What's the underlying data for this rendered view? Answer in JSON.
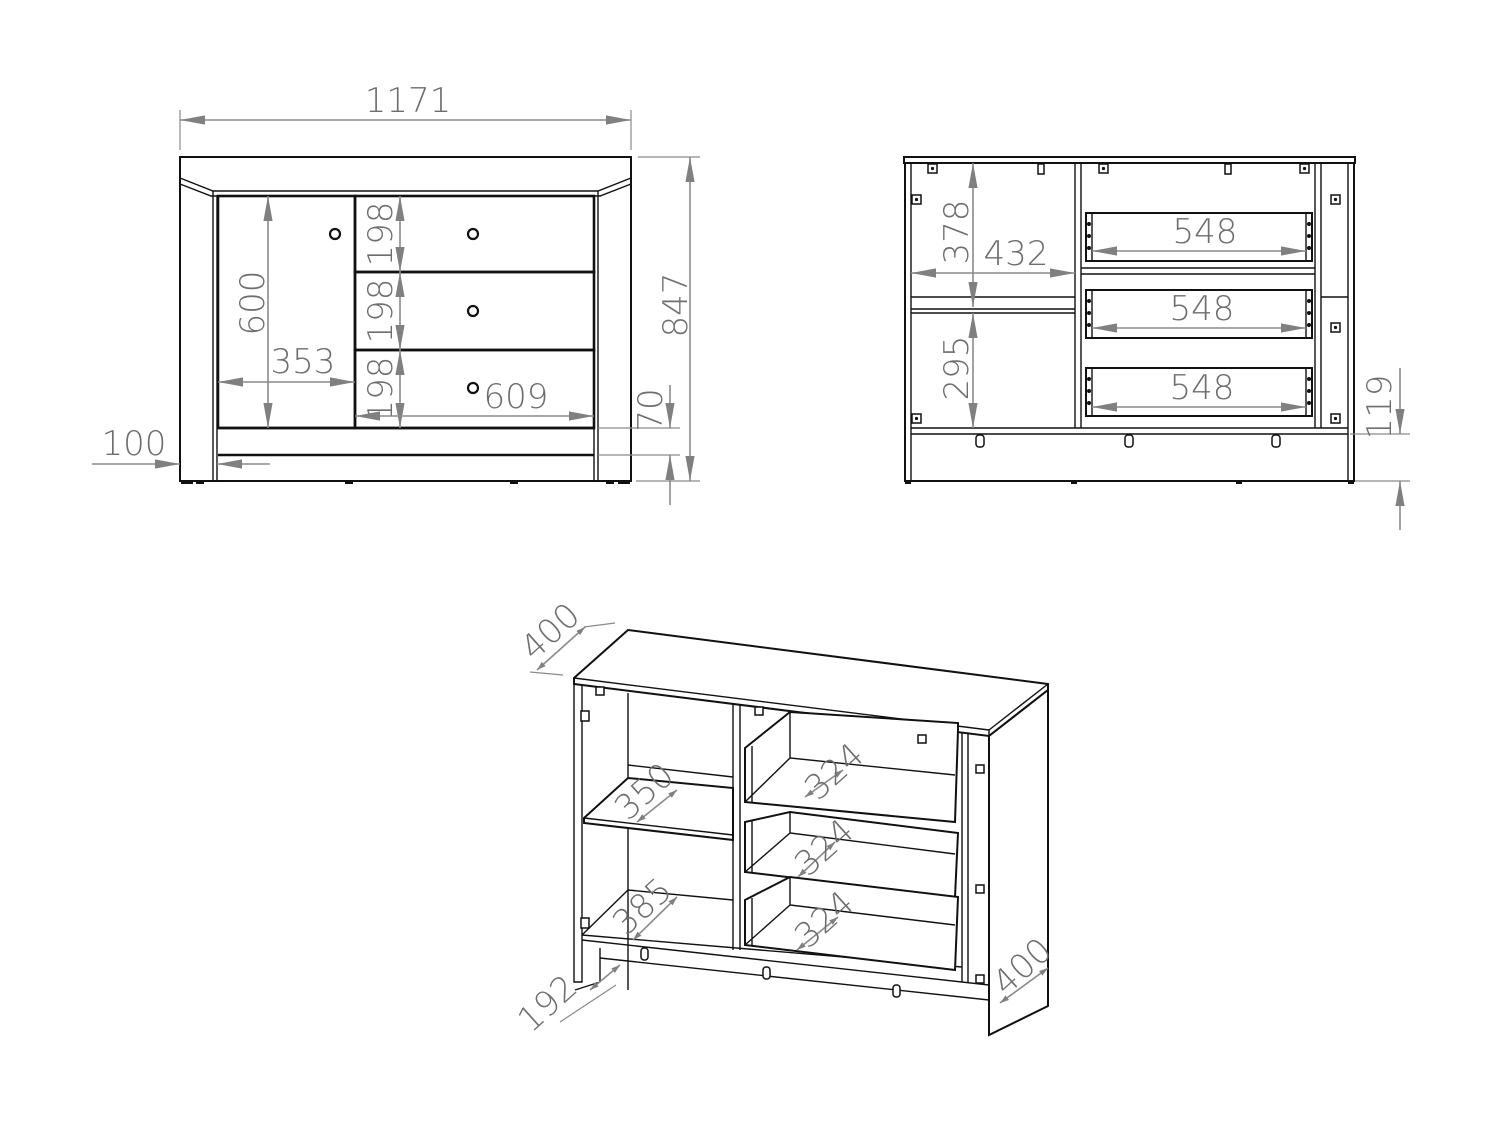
{
  "diagram": {
    "type": "furniture-technical-drawing",
    "subject": "Sideboard / chest with 1 door and 3 drawers",
    "units": "mm",
    "colors": {
      "outline": "#111111",
      "dimension_line": "#8a8a8a",
      "dimension_text": "#6e6e6e",
      "background": "#ffffff"
    },
    "front_view": {
      "overall_width": "1171",
      "overall_height": "847",
      "door_height": "600",
      "door_width": "353",
      "drawer_heights": [
        "198",
        "198",
        "198"
      ],
      "drawer_width": "609",
      "plinth_height": "70",
      "side_offset": "100"
    },
    "open_front_view": {
      "upper_compartment_height": "378",
      "compartment_width": "432",
      "lower_compartment_height": "295",
      "drawer_inner_widths": [
        "548",
        "548",
        "548"
      ],
      "floor_clearance": "119"
    },
    "perspective_view": {
      "top_depth": "400",
      "side_depth": "400",
      "shelf_depth": "350",
      "bottom_depth": "385",
      "drawer_depths": [
        "324",
        "324",
        "324"
      ],
      "leg_setback": "192"
    }
  }
}
